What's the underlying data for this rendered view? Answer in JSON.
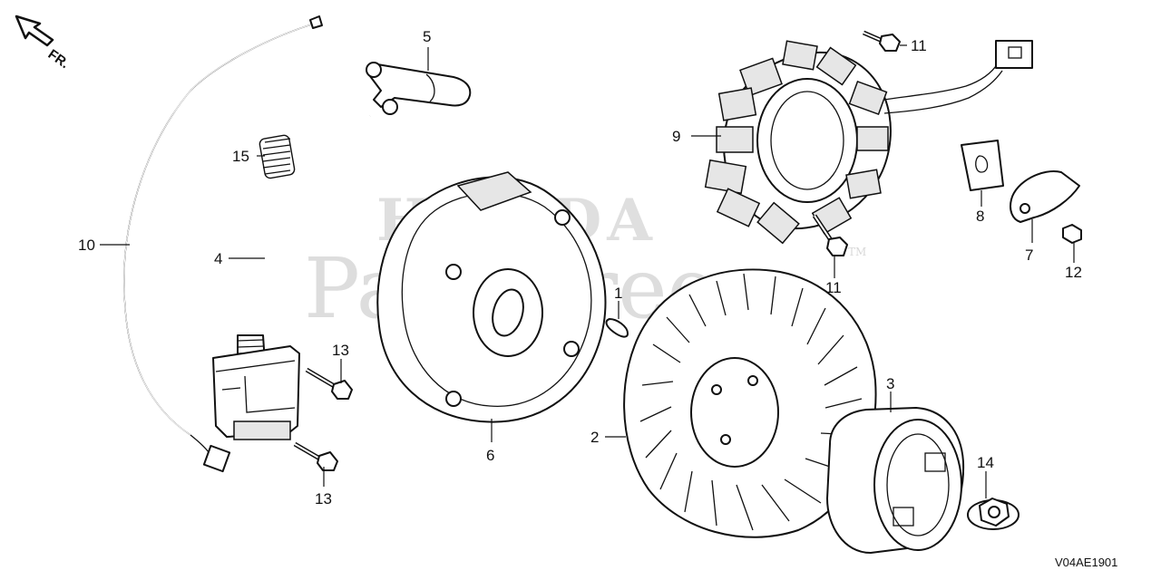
{
  "direction": {
    "label": "FR.",
    "icon": "front-arrow-icon"
  },
  "watermark": {
    "brand": "HONDA",
    "site": "PartsTree",
    "tm": "TM"
  },
  "diagram_code": "V04AE1901",
  "callouts": [
    {
      "id": "label-1",
      "text": "1"
    },
    {
      "id": "label-2",
      "text": "2"
    },
    {
      "id": "label-3",
      "text": "3"
    },
    {
      "id": "label-4",
      "text": "4"
    },
    {
      "id": "label-5",
      "text": "5"
    },
    {
      "id": "label-6",
      "text": "6"
    },
    {
      "id": "label-7",
      "text": "7"
    },
    {
      "id": "label-8",
      "text": "8"
    },
    {
      "id": "label-9",
      "text": "9"
    },
    {
      "id": "label-10",
      "text": "10"
    },
    {
      "id": "label-11a",
      "text": "11"
    },
    {
      "id": "label-11b",
      "text": "11"
    },
    {
      "id": "label-12",
      "text": "12"
    },
    {
      "id": "label-13a",
      "text": "13"
    },
    {
      "id": "label-13b",
      "text": "13"
    },
    {
      "id": "label-14",
      "text": "14"
    },
    {
      "id": "label-15",
      "text": "15"
    }
  ]
}
